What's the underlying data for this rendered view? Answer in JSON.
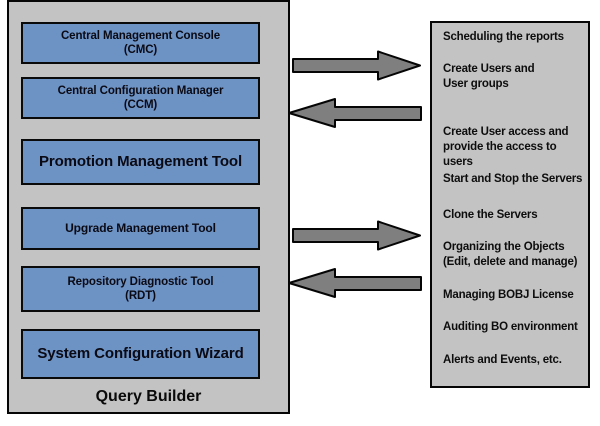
{
  "left_panel": {
    "title": "Query Builder",
    "tools": [
      {
        "label": "Central Management Console\n(CMC)"
      },
      {
        "label": "Central Configuration Manager\n(CCM)"
      },
      {
        "label": "Promotion Management Tool"
      },
      {
        "label": "Upgrade Management Tool"
      },
      {
        "label": "Repository Diagnostic Tool\n(RDT)"
      },
      {
        "label": "System Configuration Wizard"
      }
    ]
  },
  "arrows": [
    {
      "direction": "right"
    },
    {
      "direction": "left"
    },
    {
      "direction": "right"
    },
    {
      "direction": "left"
    }
  ],
  "right_panel": {
    "items": [
      {
        "text": "Scheduling the reports"
      },
      {
        "text": "Create Users and\nUser groups"
      },
      {
        "text": "Create User access and\nprovide the access to users"
      },
      {
        "text": "Start and Stop the Servers"
      },
      {
        "text": "Clone the Servers"
      },
      {
        "text": "Organizing the Objects\n(Edit, delete and manage)"
      },
      {
        "text": "Managing BOBJ License"
      },
      {
        "text": "Auditing BO environment"
      },
      {
        "text": "Alerts and Events, etc."
      }
    ]
  },
  "colors": {
    "panel_bg": "#c3c3c3",
    "tool_box_fill": "#6d92c4",
    "border": "#050505",
    "arrow_fill": "#7f7f7f",
    "text": "#0d0d0d"
  }
}
